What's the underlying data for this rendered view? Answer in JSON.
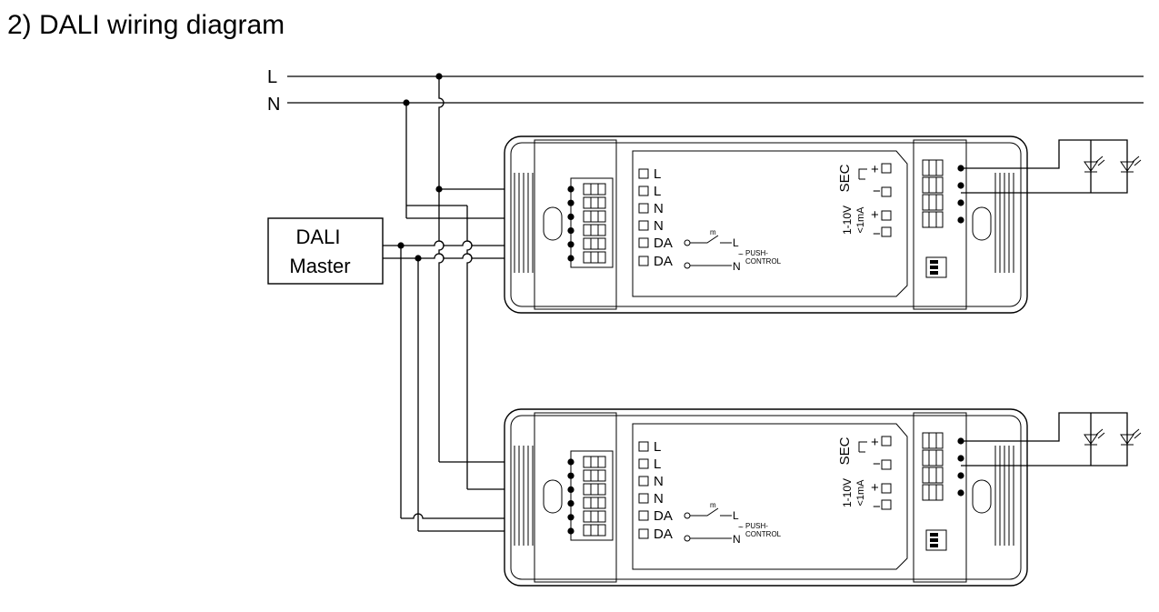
{
  "title": "2) DALI wiring diagram",
  "lines": {
    "l": "L",
    "n": "N"
  },
  "master": {
    "line1": "DALI",
    "line2": "Master"
  },
  "driver": {
    "terminals": [
      "L",
      "L",
      "N",
      "N",
      "DA",
      "DA"
    ],
    "push_l": "L",
    "push_n": "N",
    "push_label1": "PUSH-",
    "push_label2": "CONTROL",
    "switch_mark": "m",
    "sec": "SEC",
    "range": "1-10V",
    "current": "<1mA",
    "plus": "+",
    "minus": "−"
  },
  "colors": {
    "ink": "#000000",
    "background": "#ffffff"
  }
}
